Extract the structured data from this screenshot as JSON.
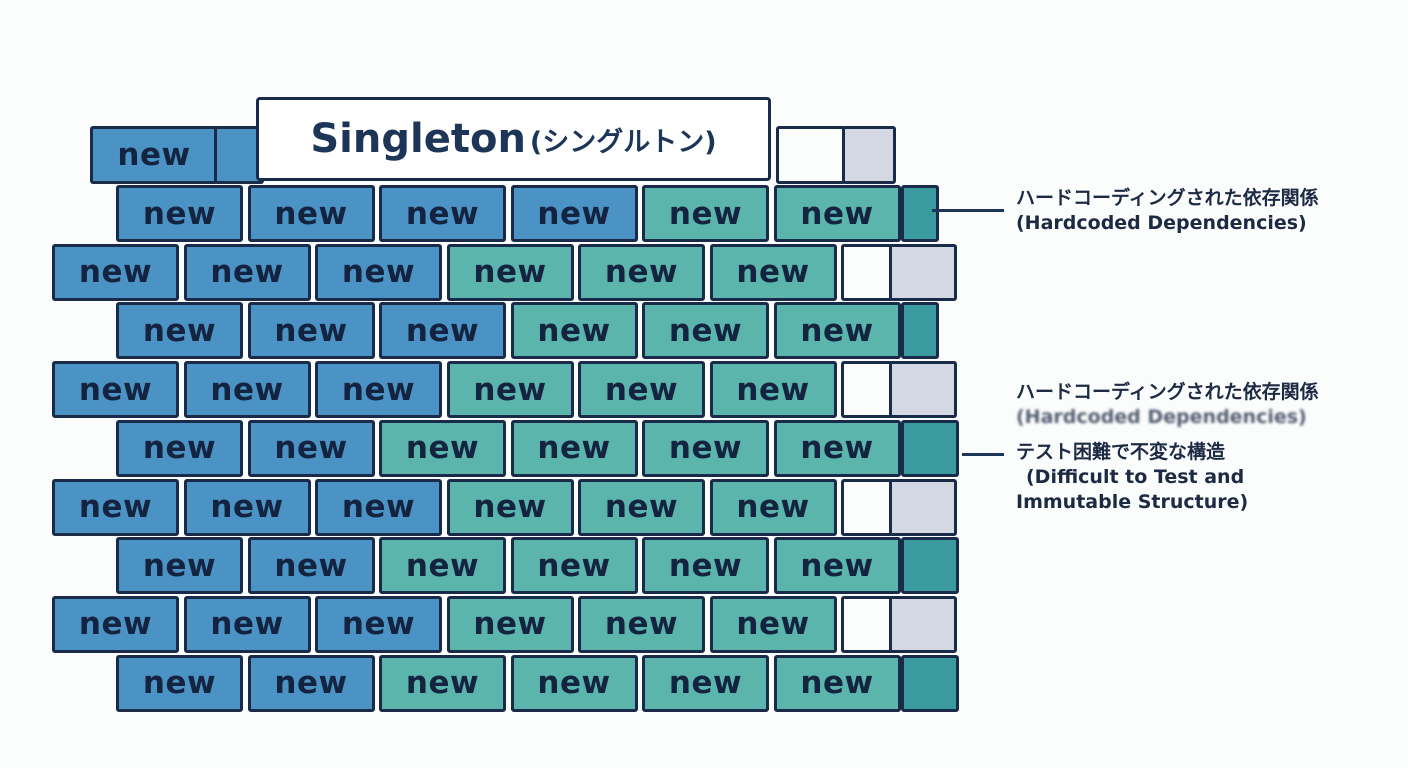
{
  "title": {
    "main": "Singleton",
    "sub": "(シングルトン)"
  },
  "brick_label": "new",
  "annotations": {
    "top": {
      "line1": "ハードコーディングされた依存関係",
      "line2": "(Hardcoded Dependencies)"
    },
    "middle_repeat": {
      "line1": "ハードコーディングされた依存関係",
      "line2": "(Hardcoded Dependencies)"
    },
    "middle": {
      "line1": "テスト困難で不変な構造",
      "line2": "(Difficult to Test and",
      "line3": "Immutable Structure)"
    }
  },
  "colors": {
    "blue_brick": "#4a93c4",
    "teal_brick": "#5bb5ad",
    "dark_teal_end": "#3a9a9d",
    "outline": "#1a2b4a",
    "empty_brick": "#fbfdfd",
    "missing_brick": "#d3d8e2"
  },
  "wall": {
    "rows": [
      [
        "blue",
        "blue",
        "blue",
        "blue",
        "teal",
        "teal",
        "tealD"
      ],
      [
        "blue",
        "blue",
        "blue",
        "teal",
        "teal",
        "teal",
        "white",
        "grey"
      ],
      [
        "blue",
        "blue",
        "blue",
        "teal",
        "teal",
        "teal",
        "tealD"
      ],
      [
        "blue",
        "blue",
        "blue",
        "teal",
        "teal",
        "teal",
        "white",
        "grey"
      ],
      [
        "blue",
        "blue",
        "teal",
        "teal",
        "teal",
        "teal",
        "tealD"
      ],
      [
        "blue",
        "blue",
        "blue",
        "teal",
        "teal",
        "teal",
        "white",
        "grey"
      ],
      [
        "blue",
        "blue",
        "teal",
        "teal",
        "teal",
        "teal",
        "tealD"
      ],
      [
        "blue",
        "blue",
        "blue",
        "teal",
        "teal",
        "teal",
        "white",
        "grey"
      ],
      [
        "blue",
        "blue",
        "teal",
        "teal",
        "teal",
        "teal",
        "tealD"
      ]
    ]
  }
}
